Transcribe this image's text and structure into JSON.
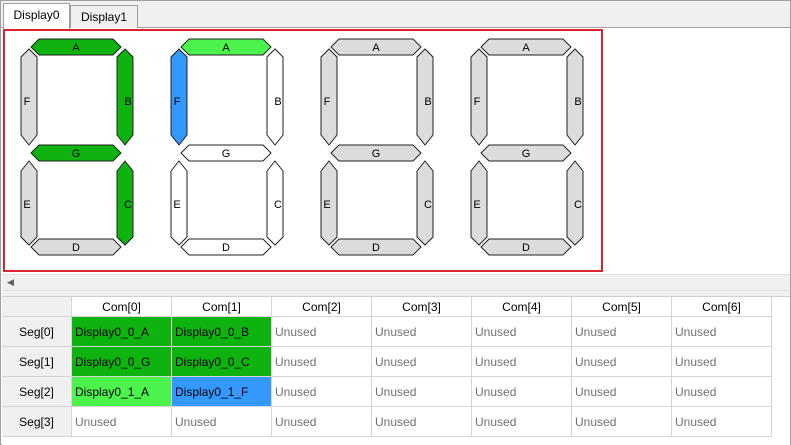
{
  "tabs": [
    {
      "label": "Display0",
      "active": true
    },
    {
      "label": "Display1",
      "active": false
    }
  ],
  "colors": {
    "on_dark": "#0fb30f",
    "on_light": "#4cf34c",
    "selected": "#3399ff",
    "off_gray": "#dcdcdc",
    "off_white": "#ffffff",
    "frame_highlight": "#d9242f"
  },
  "digits": [
    {
      "segments": {
        "A": "on_dark",
        "B": "on_dark",
        "C": "on_dark",
        "D": "off_gray",
        "E": "off_gray",
        "F": "off_gray",
        "G": "on_dark"
      }
    },
    {
      "segments": {
        "A": "on_light",
        "B": "off_white",
        "C": "off_white",
        "D": "off_white",
        "E": "off_white",
        "F": "selected",
        "G": "off_white"
      }
    },
    {
      "segments": {
        "A": "off_gray",
        "B": "off_gray",
        "C": "off_gray",
        "D": "off_gray",
        "E": "off_gray",
        "F": "off_gray",
        "G": "off_gray"
      }
    },
    {
      "segments": {
        "A": "off_gray",
        "B": "off_gray",
        "C": "off_gray",
        "D": "off_gray",
        "E": "off_gray",
        "F": "off_gray",
        "G": "off_gray"
      }
    }
  ],
  "scrollbar": {
    "left_arrow": "◀"
  },
  "grid": {
    "columns": [
      "Com[0]",
      "Com[1]",
      "Com[2]",
      "Com[3]",
      "Com[4]",
      "Com[5]",
      "Com[6]"
    ],
    "rows": [
      {
        "label": "Seg[0]",
        "cells": [
          {
            "text": "Display0_0_A",
            "color": "on_dark"
          },
          {
            "text": "Display0_0_B",
            "color": "on_dark"
          },
          {
            "text": "Unused"
          },
          {
            "text": "Unused"
          },
          {
            "text": "Unused"
          },
          {
            "text": "Unused"
          },
          {
            "text": "Unused"
          }
        ]
      },
      {
        "label": "Seg[1]",
        "cells": [
          {
            "text": "Display0_0_G",
            "color": "on_dark"
          },
          {
            "text": "Display0_0_C",
            "color": "on_dark"
          },
          {
            "text": "Unused"
          },
          {
            "text": "Unused"
          },
          {
            "text": "Unused"
          },
          {
            "text": "Unused"
          },
          {
            "text": "Unused"
          }
        ]
      },
      {
        "label": "Seg[2]",
        "cells": [
          {
            "text": "Display0_1_A",
            "color": "on_light"
          },
          {
            "text": "Display0_1_F",
            "color": "selected"
          },
          {
            "text": "Unused"
          },
          {
            "text": "Unused"
          },
          {
            "text": "Unused"
          },
          {
            "text": "Unused"
          },
          {
            "text": "Unused"
          }
        ]
      },
      {
        "label": "Seg[3]",
        "cells": [
          {
            "text": "Unused"
          },
          {
            "text": "Unused"
          },
          {
            "text": "Unused"
          },
          {
            "text": "Unused"
          },
          {
            "text": "Unused"
          },
          {
            "text": "Unused"
          },
          {
            "text": "Unused"
          }
        ]
      }
    ]
  }
}
